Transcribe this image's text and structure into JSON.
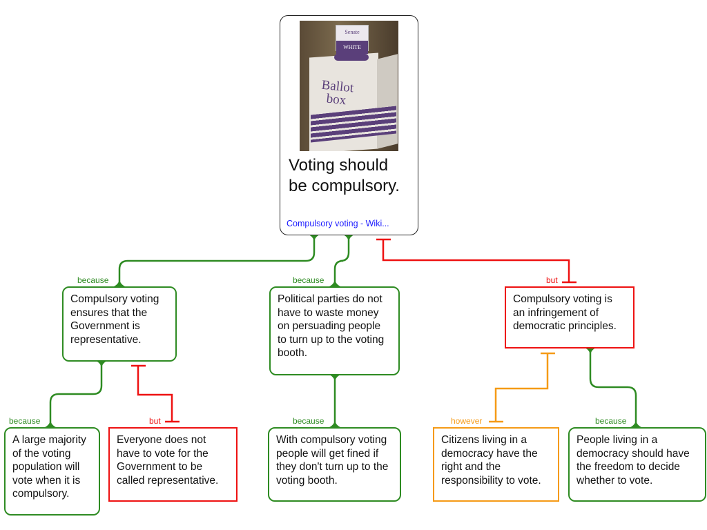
{
  "root": {
    "title": "Voting should be compulsory.",
    "link": "Compulsory voting - Wiki...",
    "image": {
      "box_text": "Ballot box",
      "sign_top": "Senate",
      "sign_band": "WHITE"
    }
  },
  "nodes": {
    "a": {
      "text": "Compulsory voting ensures that the Government is representative.",
      "relation": "because"
    },
    "b": {
      "text": "Political parties do not have to waste money on persuading people to turn up to the voting booth.",
      "relation": "because"
    },
    "c": {
      "text": "Compulsory voting is an infringement of democratic principles.",
      "relation": "but"
    },
    "a1": {
      "text": "A large majority of the voting population will vote when it is compulsory.",
      "relation": "because"
    },
    "a2": {
      "text": "Everyone does not have to vote for the Government to be called representative.",
      "relation": "but"
    },
    "b1": {
      "text": "With compulsory voting people will get fined if they don't turn up to the voting booth.",
      "relation": "because"
    },
    "c1": {
      "text": "Citizens living in a democracy have the right and the responsibility to vote.",
      "relation": "however"
    },
    "c2": {
      "text": "People living in a democracy should have the freedom to decide whether to vote.",
      "relation": "because"
    }
  },
  "colors": {
    "support": "#2e8b22",
    "objection": "#ee1111",
    "rebuttal": "#f59a16"
  }
}
